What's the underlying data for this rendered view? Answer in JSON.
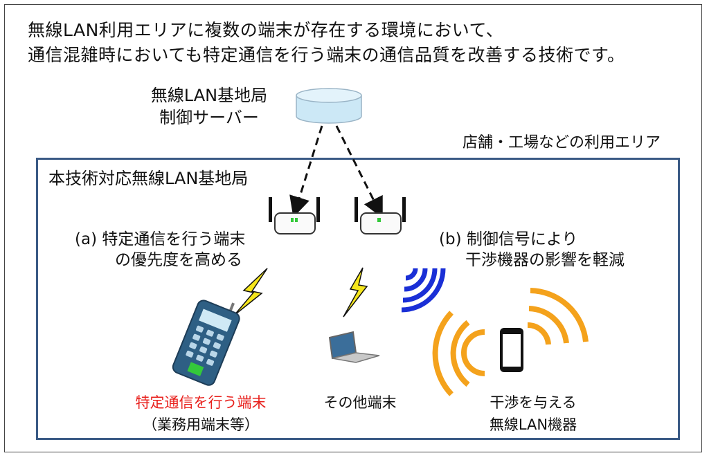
{
  "headline": {
    "line1": "無線LAN利用エリアに複数の端末が存在する環境において、",
    "line2": "通信混雑時においても特定通信を行う端末の通信品質を改善する技術です。"
  },
  "server": {
    "line1": "無線LAN基地局",
    "line2": "制御サーバー",
    "icon": "database-icon"
  },
  "area_label": "店舗・工場などの利用エリア",
  "zone_title": "本技術対応無線LAN基地局",
  "feature_a": {
    "line1": "(a) 特定通信を行う端末",
    "line2": "の優先度を高める"
  },
  "feature_b": {
    "line1": "(b) 制御信号により",
    "line2": "干渉機器の影響を軽減"
  },
  "devices": {
    "priority": {
      "line1": "特定通信を行う端末",
      "line2": "（業務用端末等）",
      "color": "#e8201c"
    },
    "other": {
      "line1": "その他端末"
    },
    "interferer": {
      "line1": "干渉を与える",
      "line2": "無線LAN機器"
    }
  },
  "colors": {
    "server": "#cce8f6",
    "zone_border": "#3a5a85",
    "lightning": "#f5e61c",
    "control_signal": "#1a2fd6",
    "interference": "#f4a21c",
    "ap_led": "#34c93a",
    "handset": "#2e5f84"
  }
}
